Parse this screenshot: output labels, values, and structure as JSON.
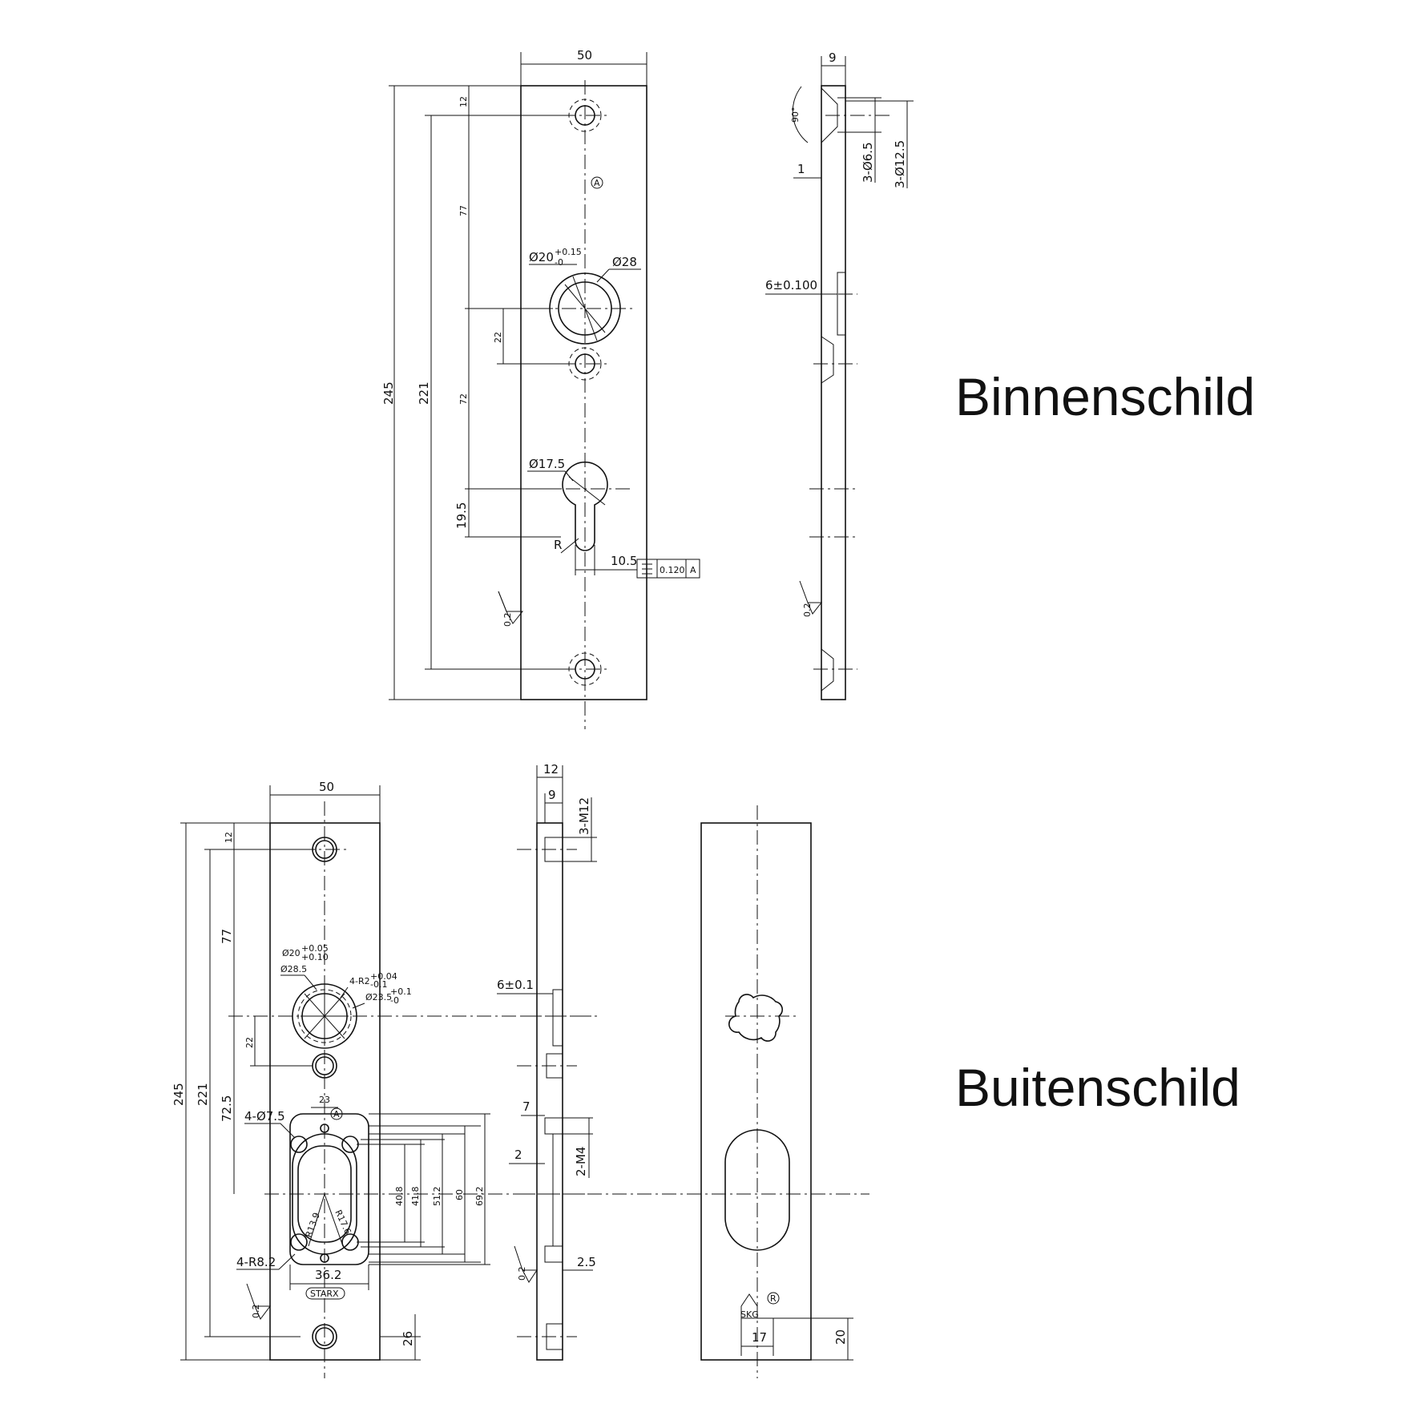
{
  "labels": {
    "inner": "Binnenschild",
    "outer": "Buitenschild"
  },
  "inner_front": {
    "width": "50",
    "height": "245",
    "hole_pitch": "221",
    "top_offset": "12",
    "dist_top_to_handle": "77",
    "handle_to_hole": "22",
    "handle_to_cylinder": "72",
    "cylinder_offset": "19.5",
    "handle_bore": "Ø20",
    "handle_bore_tol_upper": "+0.15",
    "handle_bore_tol_lower": "-0",
    "handle_rim": "Ø28",
    "cylinder_bore": "Ø17.5",
    "radius": "R",
    "slot_width": "10.5",
    "datum": "A",
    "symmetry_tol": "0.120",
    "roughness": "0.2"
  },
  "inner_side": {
    "thickness": "9",
    "angle": "90°",
    "offset_1": "1",
    "countersink_small": "3-Ø6.5",
    "countersink_large": "3-Ø12.5",
    "recess": "6±0.100",
    "roughness": "0.2"
  },
  "outer_front": {
    "width": "50",
    "height": "245",
    "hole_pitch": "221",
    "top_offset": "12",
    "dist_top_to_handle": "77",
    "handle_to_hole": "22",
    "handle_to_cylinder": "72.5",
    "bore_1": "Ø20",
    "bore_1_tol_upper": "+0.05",
    "bore_1_tol_lower": "+0.10",
    "bore_2": "Ø28.5",
    "radius_4": "4-R2",
    "radius_4_tol_upper": "+0.04",
    "radius_4_tol_lower": "-0.1",
    "bore_3": "Ø23.5",
    "bore_3_tol_upper": "+0.1",
    "bore_3_tol_lower": "-0",
    "rosette_width": "23",
    "datum": "A",
    "holes_4": "4-Ø7.5",
    "dim_408": "40.8",
    "dim_418": "41.8",
    "dim_512": "51.2",
    "dim_60": "60",
    "dim_692": "69.2",
    "r139": "R13.9",
    "r176": "R17.6",
    "radius_82": "4-R8.2",
    "dim_362": "36.2",
    "brand": "STARX",
    "roughness": "0.2",
    "bottom_offset": "26"
  },
  "outer_side": {
    "thickness_total": "12",
    "thickness_inner": "9",
    "thread_top": "3-M12",
    "recess": "6±0.1",
    "dim_7": "7",
    "dim_2": "2",
    "thread_m4": "2-M4",
    "roughness": "0.2",
    "dim_25": "2.5"
  },
  "outer_back": {
    "mark": "SKG",
    "registered": "R",
    "mark_width": "17",
    "mark_height": "20"
  }
}
